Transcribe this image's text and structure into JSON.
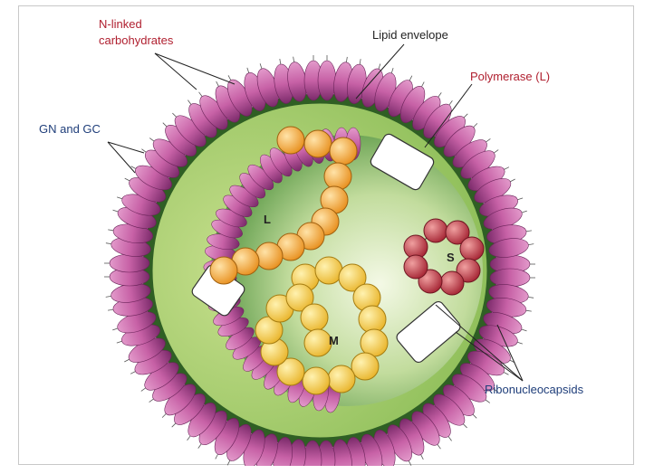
{
  "labels": {
    "n_linked": "N-linked",
    "carbohydrates": "carbohydrates",
    "lipid_envelope": "Lipid envelope",
    "polymerase": "Polymerase (L)",
    "gn_gc": "GN and GC",
    "ribonucleocapsids": "Ribonucleocapsids",
    "segment_l": "L",
    "segment_s": "S",
    "segment_m": "M"
  },
  "colors": {
    "envelope": "#2f5f24",
    "virion_fill": "#a9cf7a",
    "core_fill": "#5d9a48",
    "glycoprotein": "#9b3f86",
    "glycoprotein_light": "#d77ab9",
    "l_segment": "#f2a93b",
    "m_segment": "#f6cd45",
    "s_segment": "#c23f4b",
    "polymerase": "#ffffff"
  }
}
